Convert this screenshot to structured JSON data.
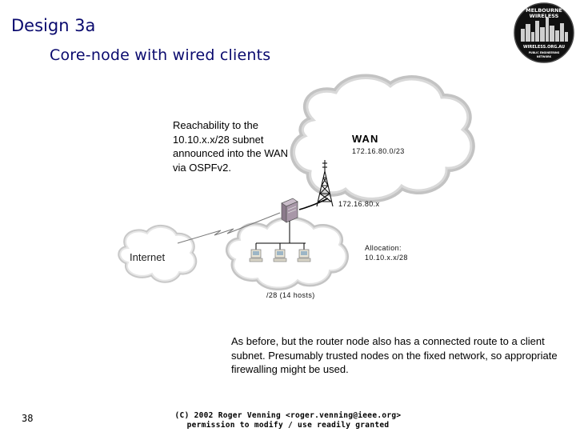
{
  "slide": {
    "title": "Design 3a",
    "subtitle": "Core-node with wired clients",
    "number": "38"
  },
  "logo": {
    "line1": "MELBOURNE",
    "line2": "WIRELESS",
    "url": "WIRELESS.ORG.AU",
    "tag1": "PUBLIC ENGINEERING",
    "tag2": "NETWORK"
  },
  "diagram": {
    "reachability_note": "Reachability to the 10.10.x.x/28 subnet announced into the WAN via OSPFv2.",
    "wan_label": "WAN",
    "wan_network": "172.16.80.0/23",
    "router_address": "172.16.80.x",
    "allocation_label": "Allocation:",
    "allocation_value": "10.10.x.x/28",
    "subnet_hosts": "/28 (14 hosts)",
    "internet_label": "Internet"
  },
  "description": "As before, but the router node also has a connected route to a client subnet. Presumably trusted nodes on the fixed network, so appropriate firewalling might be used.",
  "footer": {
    "line1": "(C) 2002 Roger Venning <roger.venning@ieee.org>",
    "line2": "permission to modify / use readily granted"
  }
}
